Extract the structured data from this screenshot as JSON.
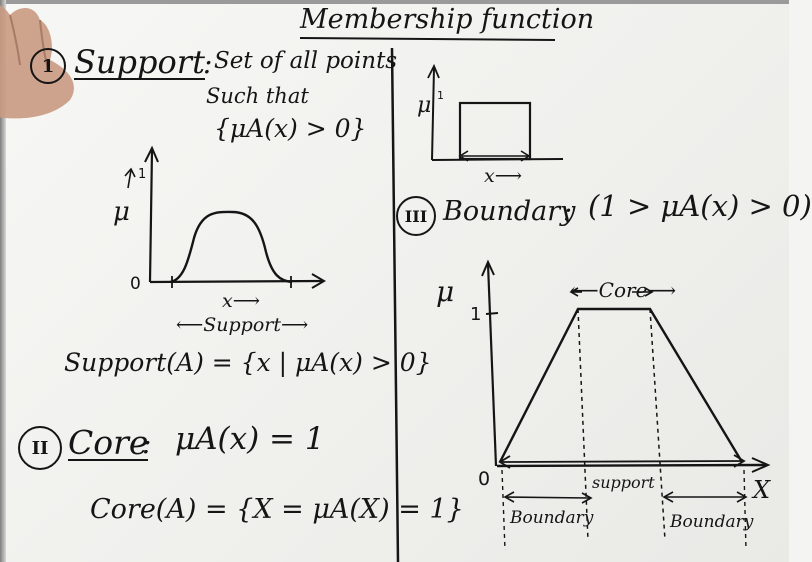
{
  "title": "Membership function",
  "left": {
    "section1": {
      "number": "1",
      "heading": "Support",
      "colon": ":",
      "def_line1": "Set of all points",
      "def_line2": "Such that",
      "def_line3": "{μA(x) > 0}"
    },
    "graph1": {
      "y_label": "μ",
      "y_tick": "1",
      "origin": "0",
      "x_label": "x⟶",
      "support_label": "⟵Support⟶"
    },
    "support_formula": "Support(A) = {x | μA(x) > 0}",
    "section2": {
      "number": "II",
      "heading": "Core",
      "colon": ":",
      "formula": "μA(x) = 1",
      "core_formula": "Core(A) = {X = μA(X) = 1}"
    }
  },
  "right": {
    "graph_small": {
      "y_label": "μ",
      "y_tick": "1",
      "x_label": "x⟶"
    },
    "section3": {
      "number": "III",
      "heading": "Boundary",
      "colon": ":",
      "formula": "(1 > μA(x) > 0)"
    },
    "graph_main": {
      "y_label": "μ",
      "y_tick": "1",
      "origin": "0",
      "x_label": "X",
      "core_label": "⟵Core⟶",
      "support_label": "support",
      "boundary_left": "Boundary",
      "boundary_right": "Boundary"
    }
  }
}
